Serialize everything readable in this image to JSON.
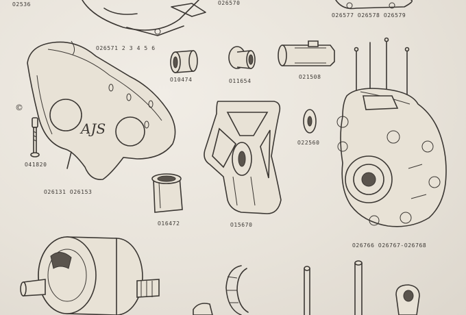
{
  "labels": {
    "top_left": "O2536",
    "top_mid": "O26570",
    "top_right": "O26577  O26578  O26579",
    "cover": "O26571 2 3 4 5 6",
    "bush1": "O10474",
    "bush2": "O11654",
    "pin": "O21508",
    "bolt": "O41820",
    "cover_codes": "O26131  O26153",
    "washer": "O22560",
    "sleeve": "O16472",
    "frame": "O15670",
    "crankcase": "O26766  O26767-O26768",
    "copyright": "©",
    "logo": "AJS"
  }
}
